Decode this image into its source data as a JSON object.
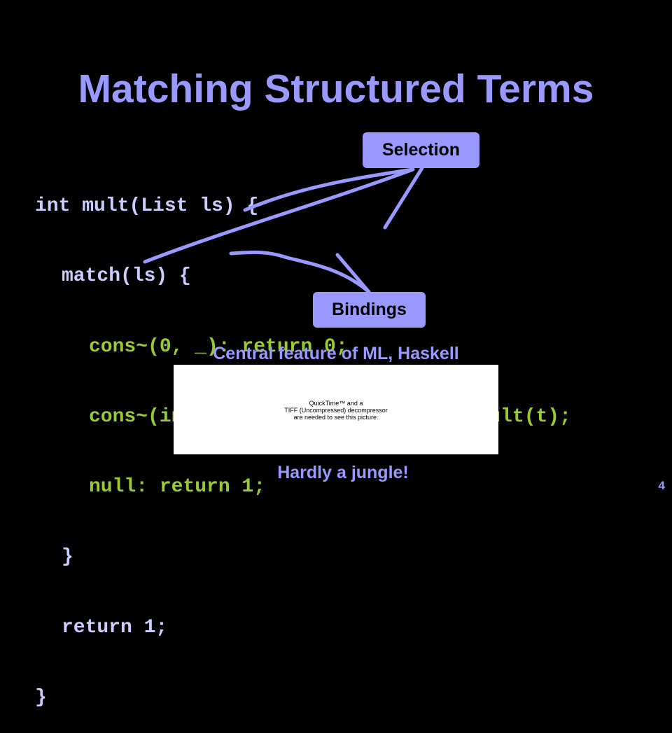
{
  "slide": {
    "title": "Matching Structured Terms",
    "page_number": "4"
  },
  "code": {
    "line1": "int mult(List ls) {",
    "line2": "match(ls) {",
    "line3": "cons~(0, _): return 0;",
    "line4": "cons~(int h, List t): return h * mult(t);",
    "line5": "null: return 1;",
    "line6": "}",
    "line7": "return 1;",
    "line8": "}"
  },
  "callouts": {
    "selection": "Selection",
    "bindings": "Bindings"
  },
  "captions": {
    "top": "Central feature of ML, Haskell",
    "bottom": "Hardly a jungle!"
  },
  "picture": {
    "line1": "QuickTime™ and a",
    "line2": "TIFF (Uncompressed) decompressor",
    "line3": "are needed to see this picture."
  },
  "colors": {
    "background": "#000000",
    "title": "#9999ff",
    "code": "#ccccff",
    "code_cases": "#99cc33",
    "callout_fill": "#9999ff"
  }
}
